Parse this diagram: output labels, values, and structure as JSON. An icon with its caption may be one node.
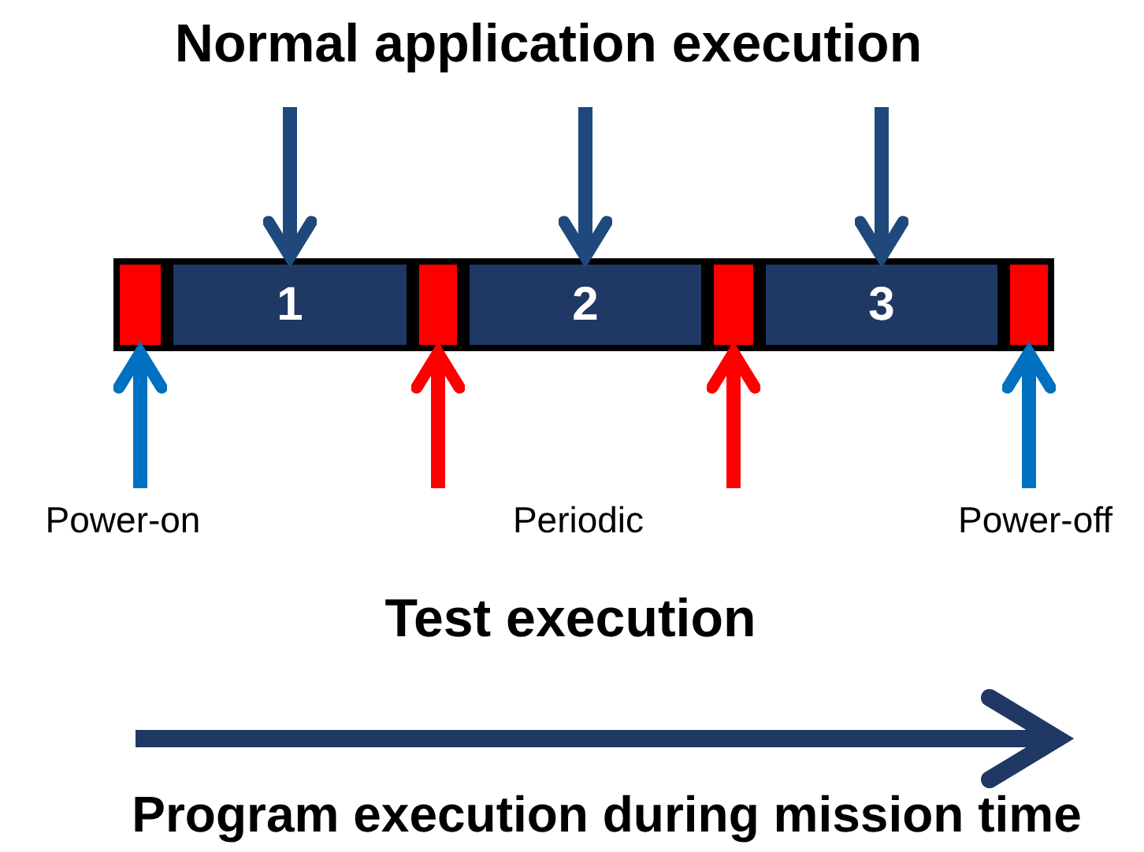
{
  "diagram": {
    "nodes": [
      {
        "text": [],
        "shape": "bar"
      },
      {
        "text": [],
        "shape": "box",
        "in": 0
      },
      {
        "text": [
          "1"
        ],
        "in": 0
      },
      {
        "text": [],
        "shape": "box",
        "in": 0
      },
      {
        "text": [
          "2"
        ],
        "in": 0
      },
      {
        "text": [],
        "shape": "box",
        "in": 0
      },
      {
        "text": [
          "3"
        ],
        "in": 0
      },
      {
        "text": [],
        "shape": "box",
        "in": 0
      }
    ],
    "edges": [
      {
        "from": null,
        "to": 2,
        "arrow": "to"
      },
      {
        "from": null,
        "to": 4,
        "arrow": "to"
      },
      {
        "from": null,
        "to": 6,
        "arrow": "to"
      },
      {
        "from": null,
        "to": 1,
        "arrow": "to",
        "color": "#0070c0"
      },
      {
        "from": null,
        "to": 3,
        "arrow": "to",
        "color": "#ff0000"
      },
      {
        "from": null,
        "to": 5,
        "arrow": "to",
        "color": "#ff0000"
      },
      {
        "from": null,
        "to": 7,
        "arrow": "to",
        "color": "#0070c0"
      }
    ],
    "labels": [
      "Normal application execution",
      "Power-on",
      "Periodic",
      "Power-off",
      "Test execution",
      "Program execution during mission time"
    ]
  }
}
